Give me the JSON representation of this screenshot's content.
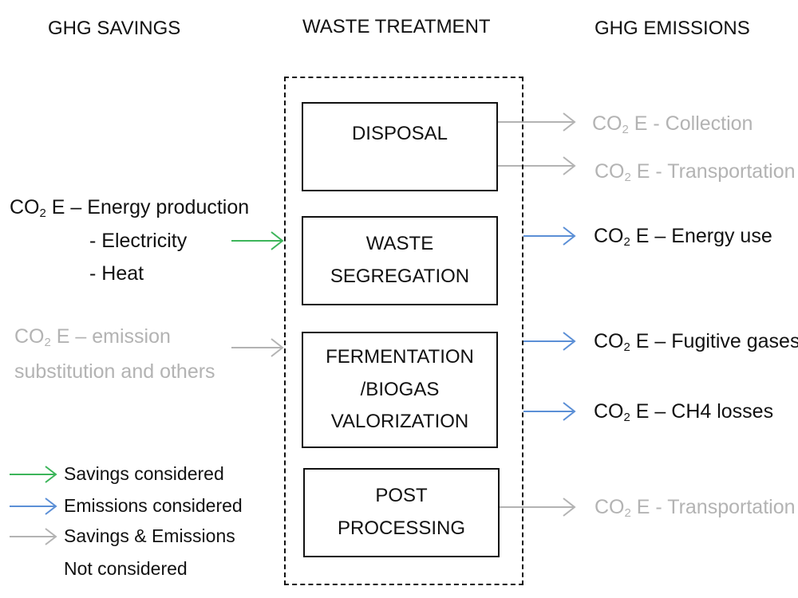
{
  "headers": {
    "savings": "GHG SAVINGS",
    "treatment": "WASTE TREATMENT",
    "emissions": "GHG EMISSIONS"
  },
  "co2e": {
    "prefix": "CO",
    "sub": "2",
    "suffix": " E"
  },
  "savings_items": {
    "energy": {
      "text": " – Energy production",
      "line2": "- Electricity",
      "line3": "- Heat"
    },
    "substitution": {
      "text": " – emission",
      "line2": "substitution and others"
    }
  },
  "boxes": {
    "disposal": [
      "DISPOSAL"
    ],
    "segregation": [
      "WASTE",
      "SEGREGATION"
    ],
    "fermentation": [
      "FERMENTATION",
      "/BIOGAS",
      "VALORIZATION"
    ],
    "post": [
      "POST",
      "PROCESSING"
    ]
  },
  "emission_items": {
    "collection": " - Collection",
    "transport1": " - Transportation",
    "energy_use": " – Energy use",
    "fugitive": " – Fugitive gases",
    "ch4": " – CH4 losses",
    "transport2": " - Transportation"
  },
  "legend": {
    "savings": "Savings considered",
    "emissions": "Emissions considered",
    "not1": "Savings & Emissions",
    "not2": "Not considered"
  },
  "colors": {
    "savings_arrow": "#3cb55a",
    "emissions_arrow": "#5b8fd6",
    "not_considered": "#b3b3b3",
    "text": "#111111"
  }
}
